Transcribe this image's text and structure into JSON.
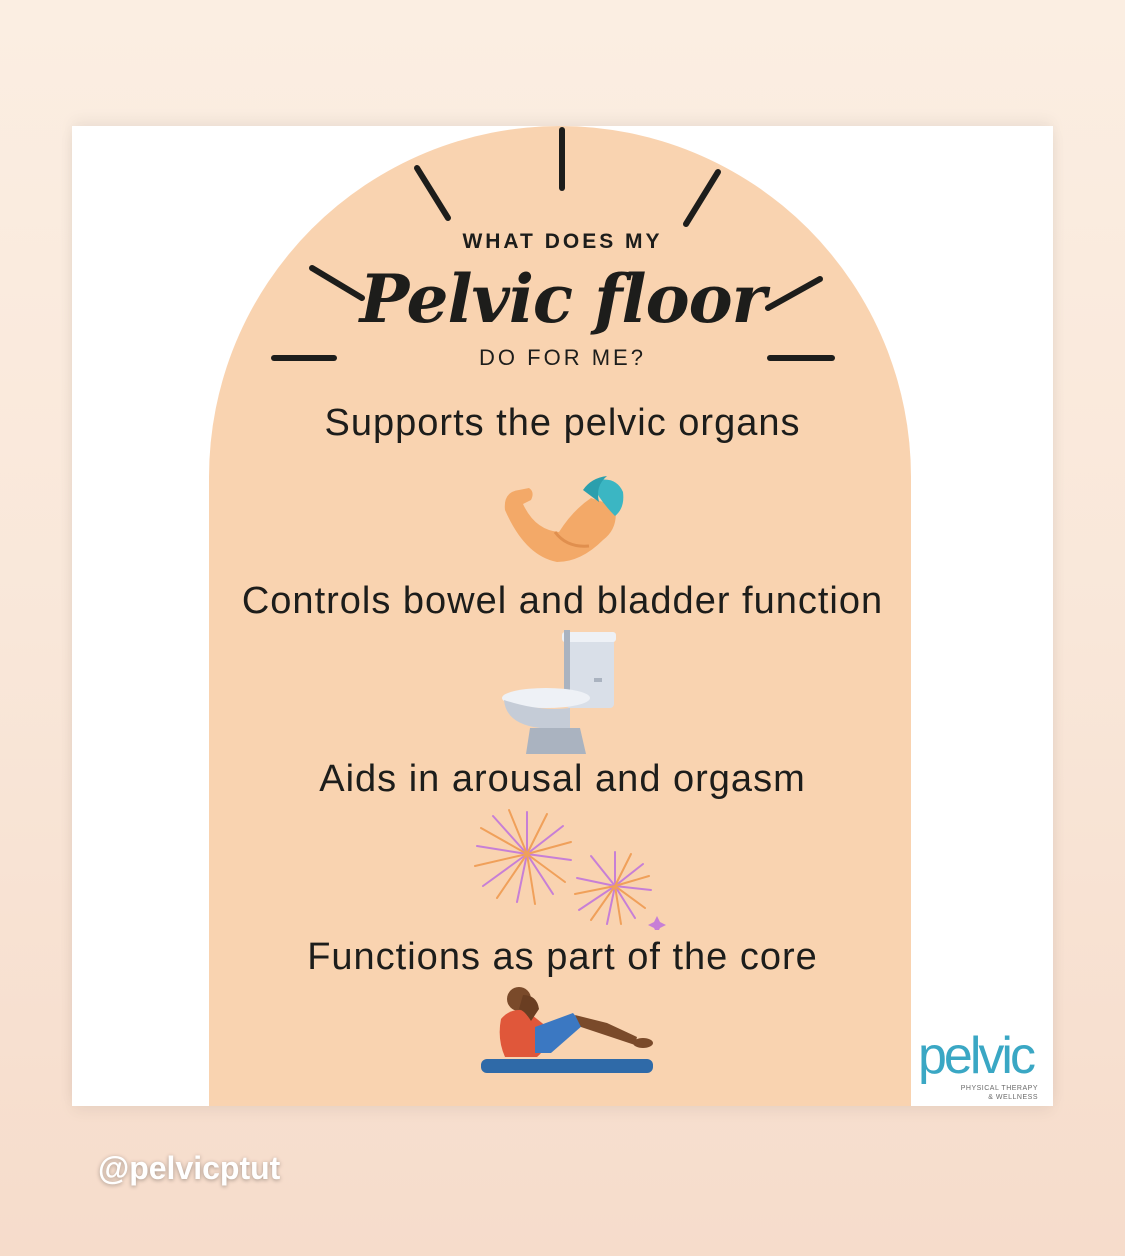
{
  "post": {
    "eyebrow_top": "WHAT DOES MY",
    "title": "Pelvic floor",
    "eyebrow_bottom": "DO FOR ME?",
    "items": [
      {
        "label": "Supports the pelvic organs",
        "icon": "flexed-arm-icon"
      },
      {
        "label": "Controls bowel and bladder function",
        "icon": "toilet-icon"
      },
      {
        "label": "Aids in arousal and orgasm",
        "icon": "fireworks-icon"
      },
      {
        "label": "Functions as part of the core",
        "icon": "situp-icon"
      }
    ]
  },
  "logo": {
    "word": "pelvic",
    "subtitle_1": "PHYSICAL THERAPY",
    "subtitle_2": "& WELLNESS"
  },
  "handle": "@pelvicptut",
  "colors": {
    "arch": "#f9d3b0",
    "text": "#1d1d1b",
    "logo": "#3aa7c4",
    "background": "#fbeee2"
  }
}
